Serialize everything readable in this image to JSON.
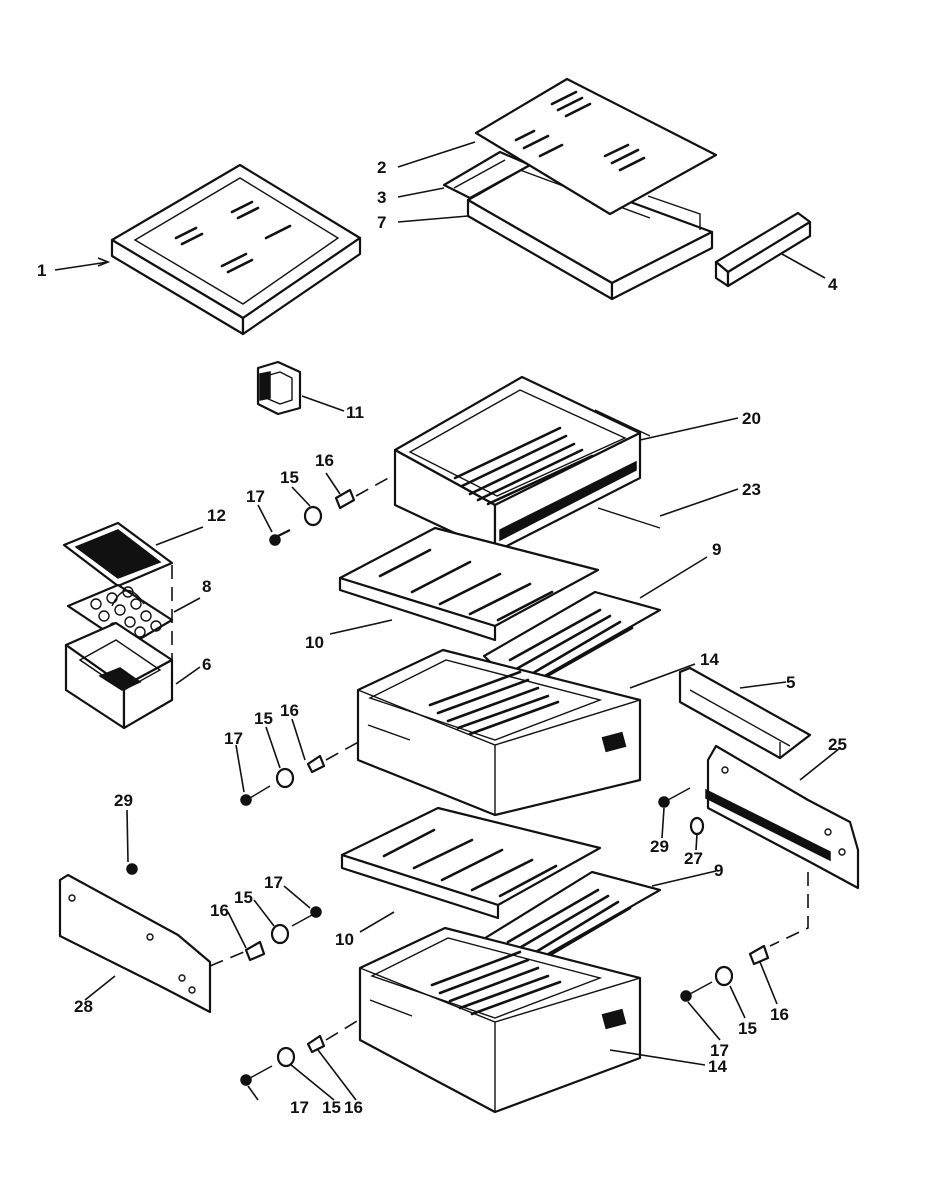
{
  "callouts": [
    {
      "id": "c1",
      "text": "1"
    },
    {
      "id": "c2",
      "text": "2"
    },
    {
      "id": "c3",
      "text": "3"
    },
    {
      "id": "c7",
      "text": "7"
    },
    {
      "id": "c4",
      "text": "4"
    },
    {
      "id": "c11",
      "text": "11"
    },
    {
      "id": "c20",
      "text": "20"
    },
    {
      "id": "c23",
      "text": "23"
    },
    {
      "id": "c16a",
      "text": "16"
    },
    {
      "id": "c15a",
      "text": "15"
    },
    {
      "id": "c17a",
      "text": "17"
    },
    {
      "id": "c12",
      "text": "12"
    },
    {
      "id": "c8",
      "text": "8"
    },
    {
      "id": "c6",
      "text": "6"
    },
    {
      "id": "c9a",
      "text": "9"
    },
    {
      "id": "c10a",
      "text": "10"
    },
    {
      "id": "c14a",
      "text": "14"
    },
    {
      "id": "c5",
      "text": "5"
    },
    {
      "id": "c16b",
      "text": "16"
    },
    {
      "id": "c15b",
      "text": "15"
    },
    {
      "id": "c17b",
      "text": "17"
    },
    {
      "id": "c25",
      "text": "25"
    },
    {
      "id": "c29a",
      "text": "29"
    },
    {
      "id": "c27",
      "text": "27"
    },
    {
      "id": "c29b",
      "text": "29"
    },
    {
      "id": "c17c",
      "text": "17"
    },
    {
      "id": "c15c",
      "text": "15"
    },
    {
      "id": "c16c",
      "text": "16"
    },
    {
      "id": "c9b",
      "text": "9"
    },
    {
      "id": "c10b",
      "text": "10"
    },
    {
      "id": "c28",
      "text": "28"
    },
    {
      "id": "c16d",
      "text": "16"
    },
    {
      "id": "c15d",
      "text": "15"
    },
    {
      "id": "c17d",
      "text": "17"
    },
    {
      "id": "c14b",
      "text": "14"
    },
    {
      "id": "c17e",
      "text": "17"
    },
    {
      "id": "c15e",
      "text": "15"
    },
    {
      "id": "c16e",
      "text": "16"
    }
  ]
}
